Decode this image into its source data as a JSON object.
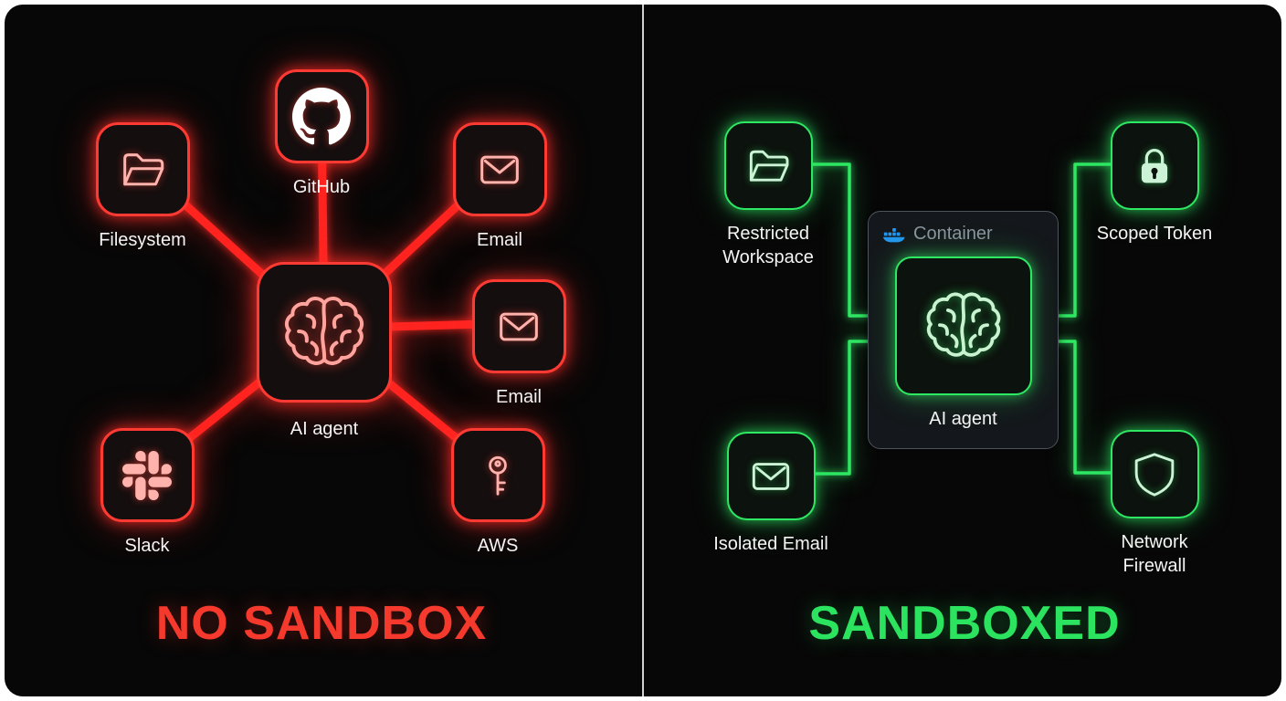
{
  "colors": {
    "background": "#070707",
    "divider": "#d0d0d0",
    "left_accent": "#ff3a33",
    "left_line": "#ff2420",
    "left_icon": "#ffb3ac",
    "left_title": "#f5392c",
    "right_accent": "#2ee763",
    "right_line": "#2ee763",
    "right_icon": "#cdf3d6",
    "right_title": "#2ce35f",
    "container_border": "#4d545b",
    "container_label": "#8b949e",
    "docker_blue": "#2496ed",
    "node_label": "#f4f4f4"
  },
  "left": {
    "title": "NO SANDBOX",
    "agent_label": "AI agent",
    "agent_icon": "brain-icon",
    "nodes": {
      "filesystem": {
        "label": "Filesystem",
        "icon": "folder-icon"
      },
      "github": {
        "label": "GitHub",
        "icon": "github-icon"
      },
      "email_top": {
        "label": "Email",
        "icon": "mail-icon"
      },
      "email_right": {
        "label": "Email",
        "icon": "mail-icon"
      },
      "slack": {
        "label": "Slack",
        "icon": "slack-icon"
      },
      "aws": {
        "label": "AWS",
        "icon": "key-icon"
      }
    }
  },
  "right": {
    "title": "SANDBOXED",
    "container_label": "Container",
    "container_icon": "docker-icon",
    "agent_label": "AI agent",
    "agent_icon": "brain-icon",
    "nodes": {
      "restricted_workspace": {
        "label": "Restricted Workspace",
        "icon": "folder-icon"
      },
      "scoped_token": {
        "label": "Scoped Token",
        "icon": "lock-icon"
      },
      "isolated_email": {
        "label": "Isolated Email",
        "icon": "mail-icon"
      },
      "network_firewall": {
        "label": "Network Firewall",
        "icon": "shield-icon"
      }
    }
  }
}
